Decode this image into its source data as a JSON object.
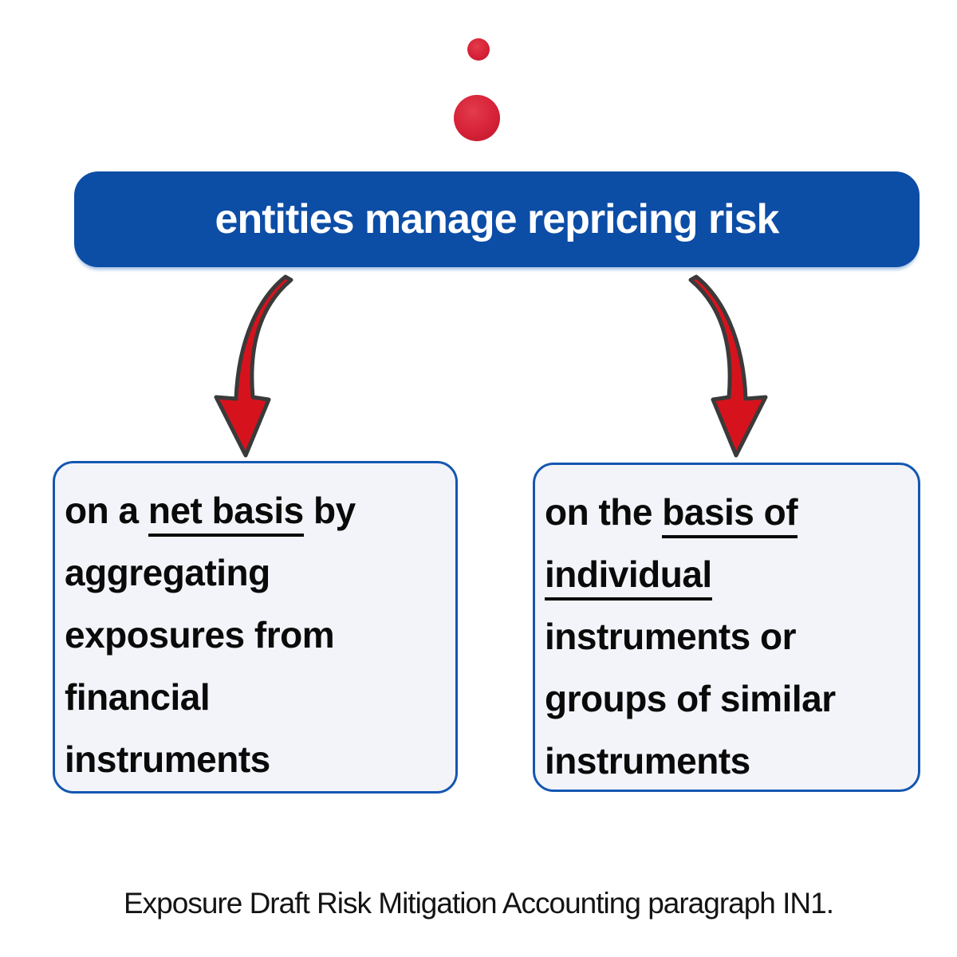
{
  "page": {
    "background_color": "#ffffff"
  },
  "decor": {
    "dot_small_icon": "red-dot-small-icon",
    "dot_large_icon": "red-dot-large-icon",
    "dot_small_color": "#dc2331",
    "dot_large_color": "#d8243a",
    "arrow_left_icon": "curved-arrow-down-left-icon",
    "arrow_right_icon": "curved-arrow-down-right-icon",
    "arrow_fill": "#d6131d",
    "arrow_stroke": "#3a3a3a"
  },
  "banner": {
    "label": "entities manage repricing risk",
    "background_color": "#0c4da6",
    "text_color": "#ffffff"
  },
  "boxes": [
    {
      "id": "left",
      "border_color": "#1457b0",
      "background_color": "#f3f4f9",
      "lines": [
        [
          {
            "t": "on a "
          },
          {
            "t": "net basis",
            "u": true
          },
          {
            "t": " by"
          }
        ],
        [
          {
            "t": "aggregating"
          }
        ],
        [
          {
            "t": "exposures from"
          }
        ],
        [
          {
            "t": "financial"
          }
        ],
        [
          {
            "t": "instruments"
          }
        ]
      ]
    },
    {
      "id": "right",
      "border_color": "#1457b0",
      "background_color": "#f3f4f9",
      "lines": [
        [
          {
            "t": "on the "
          },
          {
            "t": "basis of",
            "u": true
          }
        ],
        [
          {
            "t": "individual",
            "u": true
          }
        ],
        [
          {
            "t": "instruments or"
          }
        ],
        [
          {
            "t": "groups of similar"
          }
        ],
        [
          {
            "t": "instruments"
          }
        ]
      ]
    }
  ],
  "caption": {
    "text": "Exposure Draft Risk Mitigation Accounting paragraph IN1."
  }
}
